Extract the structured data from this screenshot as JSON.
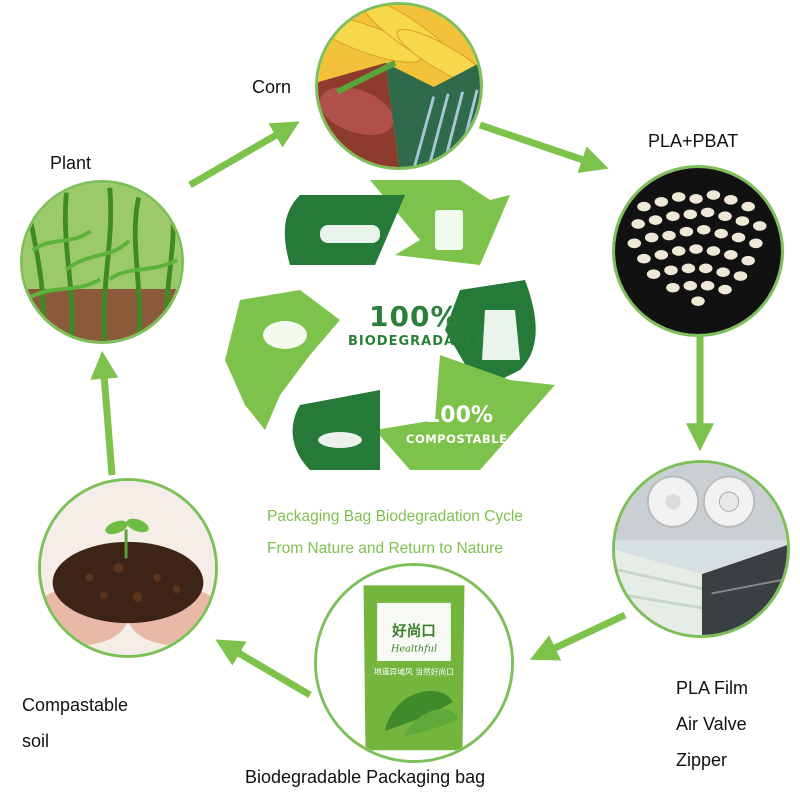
{
  "nodes": {
    "corn": {
      "label": "Corn"
    },
    "pla_pbat": {
      "label": "PLA+PBAT"
    },
    "pla_film": {
      "lines": [
        "PLA Film",
        "Air Valve",
        "Zipper"
      ]
    },
    "bag": {
      "label": "Biodegradable Packaging bag",
      "brand": "Healthful",
      "brand_cn": "好尚口",
      "tagline_cn": "地道异域风 当然好尚口"
    },
    "soil": {
      "lines": [
        "Compastable",
        "soil"
      ]
    },
    "plant": {
      "label": "Plant"
    }
  },
  "recycle": {
    "top_value": "100%",
    "top_word": "BIODEGRADABLE",
    "bottom_value": "100%",
    "bottom_word": "COMPOSTABLE"
  },
  "caption": {
    "line1": "Packaging Bag Biodegradation Cycle",
    "line2": "From Nature and Return to Nature"
  },
  "colors": {
    "ring": "#7dc05a",
    "light_green": "#7dc24a",
    "dark_green": "#267a38",
    "caption": "#7ec04f"
  }
}
